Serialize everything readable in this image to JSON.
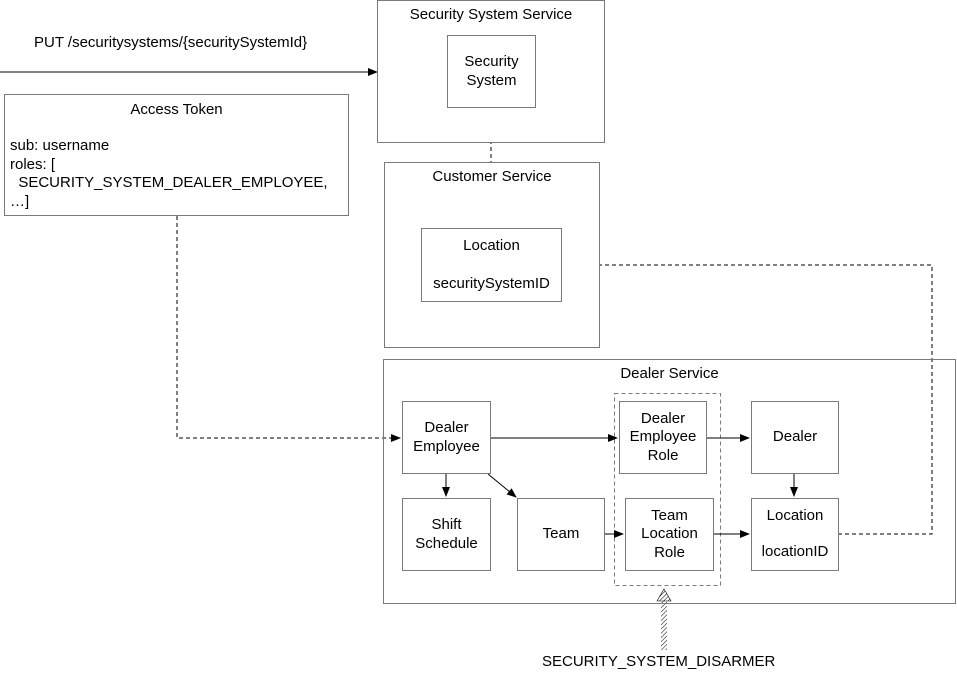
{
  "request": {
    "label": "PUT /securitysystems/{securitySystemId}"
  },
  "access_token": {
    "title": "Access Token",
    "body": "sub: username\nroles: [\n  SECURITY_SYSTEM_DEALER_EMPLOYEE,\n…]"
  },
  "security_system_service": {
    "title": "Security System Service",
    "security_system": "Security\nSystem"
  },
  "customer_service": {
    "title": "Customer Service",
    "location": {
      "name": "Location",
      "field": "securitySystemID"
    }
  },
  "dealer_service": {
    "title": "Dealer Service",
    "dealer_employee": "Dealer\nEmployee",
    "dealer_employee_role": "Dealer\nEmployee\nRole",
    "dealer": "Dealer",
    "shift_schedule": "Shift\nSchedule",
    "team": "Team",
    "team_location_role": "Team\nLocation\nRole",
    "location": {
      "name": "Location",
      "field": "locationID"
    }
  },
  "disarmer": {
    "label": "SECURITY_SYSTEM_DISARMER"
  },
  "colors": {
    "border": "#7a7a7a",
    "line": "#000000"
  }
}
